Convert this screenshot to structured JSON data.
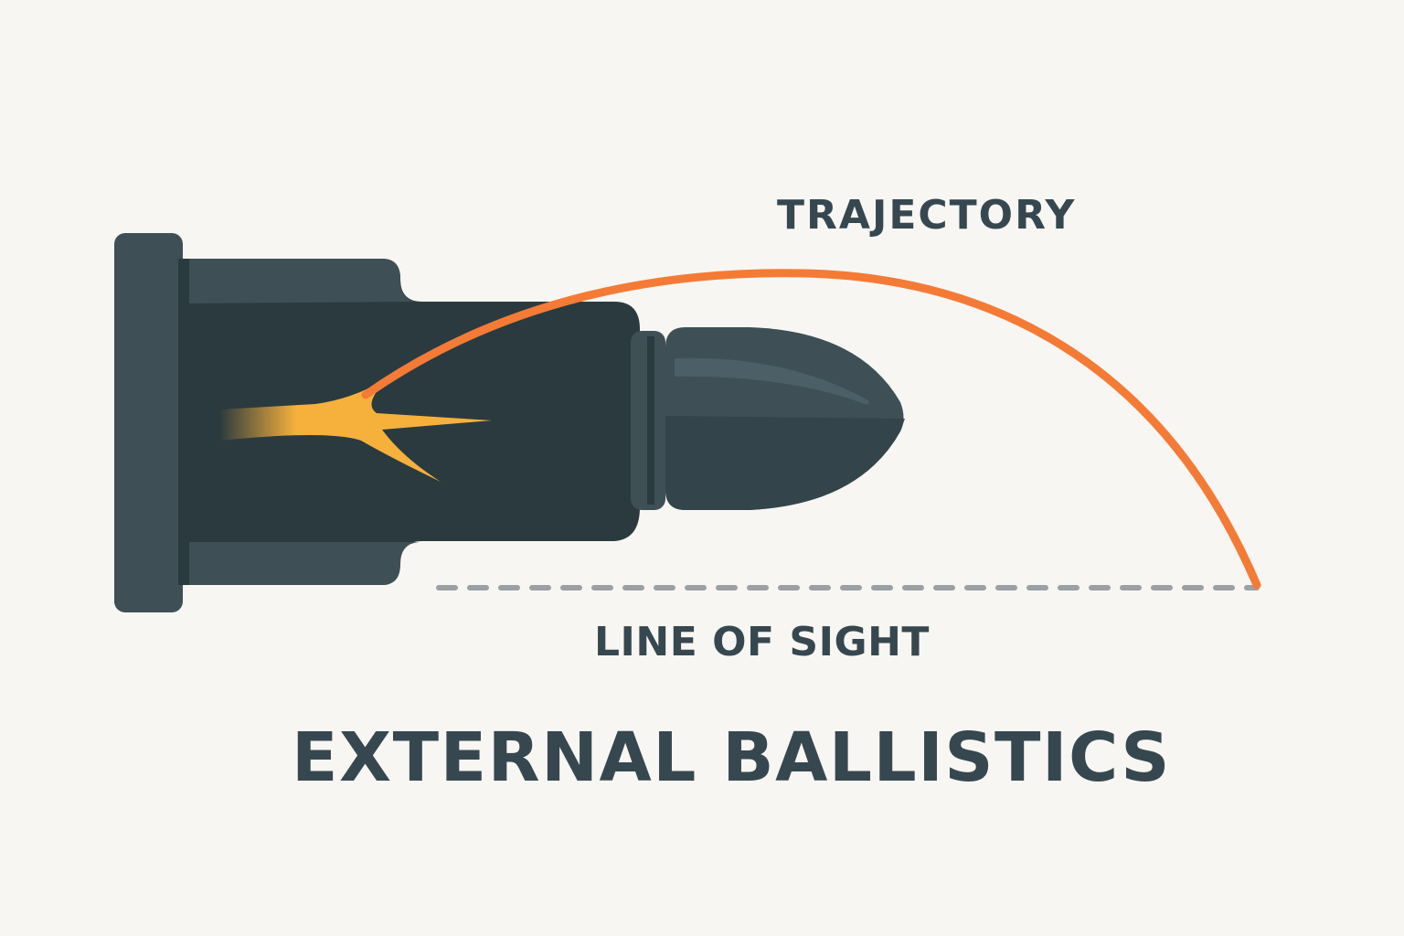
{
  "diagram": {
    "title": "EXTERNAL BALLISTICS",
    "trajectory_label": "TRAJECTORY",
    "line_of_sight_label": "LINE OF SIGHT"
  },
  "colors": {
    "background": "#f7f6f3",
    "casing_dark": "#2b3a3f",
    "casing_light": "#3e4f56",
    "trajectory": "#f47b36",
    "muzzle_flash": "#f6b13c",
    "line_of_sight": "#9aa0a3",
    "text": "#37474f"
  }
}
